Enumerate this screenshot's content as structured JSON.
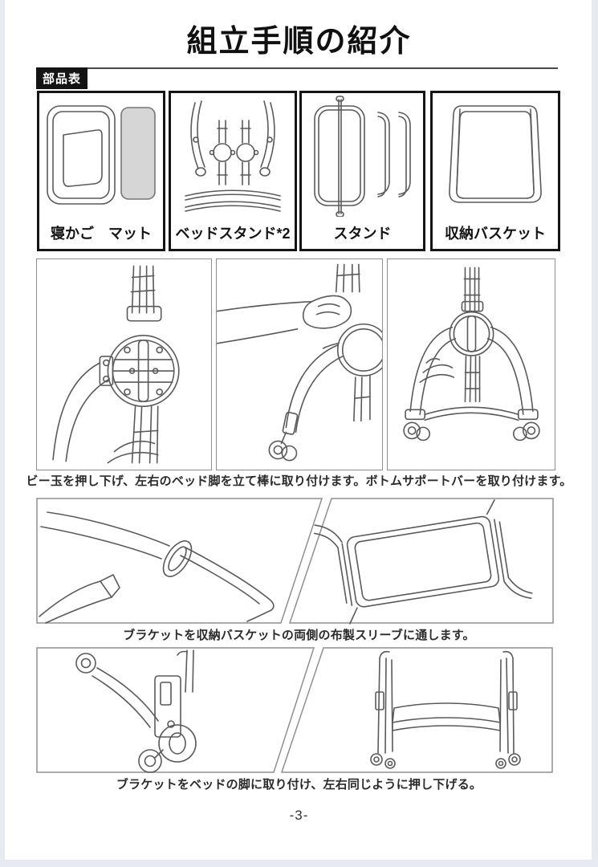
{
  "page": {
    "title": "組立手順の紹介",
    "page_number": "-3-",
    "background_color": "#ffffff",
    "edge_band_color": "#e7eaf1"
  },
  "parts_list": {
    "badge_label": "部品表",
    "badge_bg_color": "#141414",
    "mat_fill_color": "#d6d6d6",
    "items": [
      {
        "label": "寝かご　マット",
        "illustration": "sleeping-basket-and-mat"
      },
      {
        "label": "ベッドスタンド*2",
        "illustration": "bed-stand-legs-hubs-and-bars"
      },
      {
        "label": "スタンド",
        "illustration": "stand-frame-and-j-bars"
      },
      {
        "label": "収納バスケット",
        "illustration": "storage-basket"
      }
    ]
  },
  "assembly_steps": [
    {
      "caption": "ビー玉を押し下げ、左右のベッド脚を立て棒に取り付けます。ボトムサポートバーを取り付けます。",
      "panels": [
        "hub-closeup",
        "hand-attaching-leg",
        "assembled-stand-with-support-bar"
      ]
    },
    {
      "caption": "ブラケットを収納バスケットの両側の布製スリーブに通します。",
      "panels": [
        "bracket-into-fabric-sleeve",
        "basket-with-brackets"
      ]
    },
    {
      "caption": "ブラケットをベッドの脚に取り付け、左右同じように押し下げる。",
      "panels": [
        "bracket-on-leg-closeup",
        "assembled-bed-with-basket"
      ]
    }
  ],
  "line_art_color": "#5a5a5a"
}
